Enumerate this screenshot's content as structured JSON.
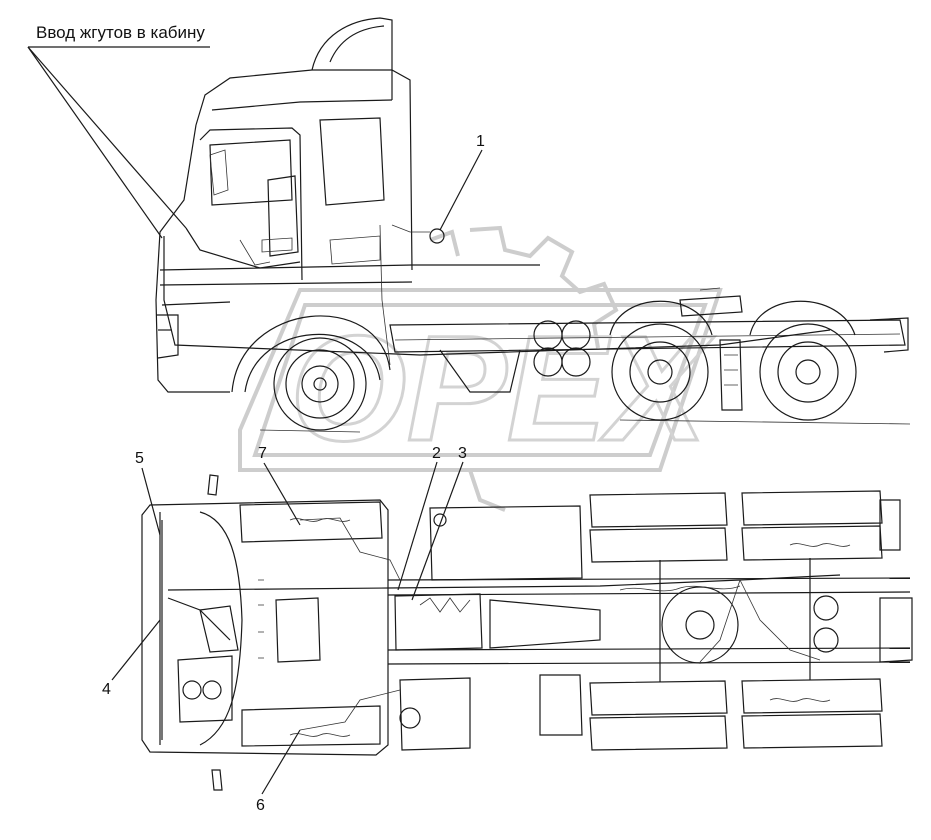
{
  "diagram": {
    "title": "Ввод жгутов в кабину",
    "callouts": [
      {
        "id": "1",
        "label": "1"
      },
      {
        "id": "2",
        "label": "2"
      },
      {
        "id": "3",
        "label": "3"
      },
      {
        "id": "4",
        "label": "4"
      },
      {
        "id": "5",
        "label": "5"
      },
      {
        "id": "6",
        "label": "6"
      },
      {
        "id": "7",
        "label": "7"
      }
    ],
    "watermark": "OPEX"
  }
}
